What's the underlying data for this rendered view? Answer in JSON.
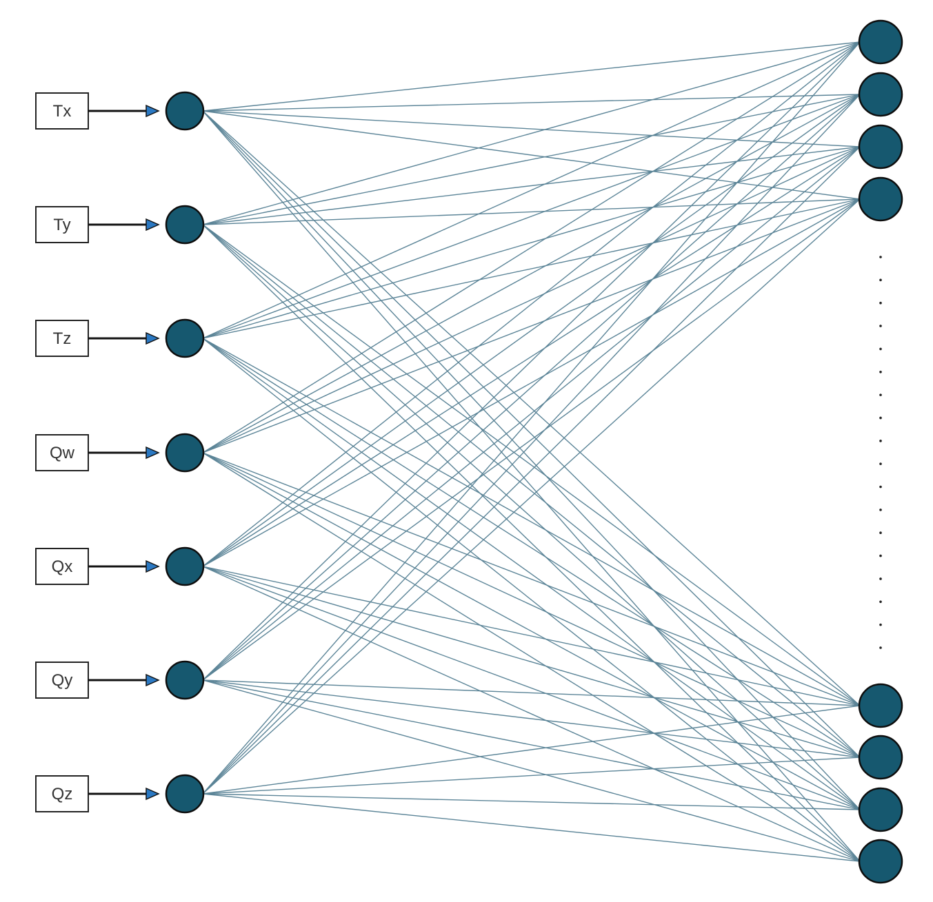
{
  "diagram": {
    "inputs": [
      {
        "label": "Tx"
      },
      {
        "label": "Ty"
      },
      {
        "label": "Tz"
      },
      {
        "label": "Qw"
      },
      {
        "label": "Qx"
      },
      {
        "label": "Qy"
      },
      {
        "label": "Qz"
      }
    ],
    "output_nodes": {
      "top_count": 4,
      "bottom_count": 4,
      "ellipsis": "vertical-dots"
    },
    "connectivity": "fully-connected",
    "colors": {
      "node_fill": "#16586f",
      "node_stroke": "#0d0d0d",
      "edge": "#5b8497",
      "arrow_head": "#2a78c2",
      "box_stroke": "#222222"
    }
  }
}
